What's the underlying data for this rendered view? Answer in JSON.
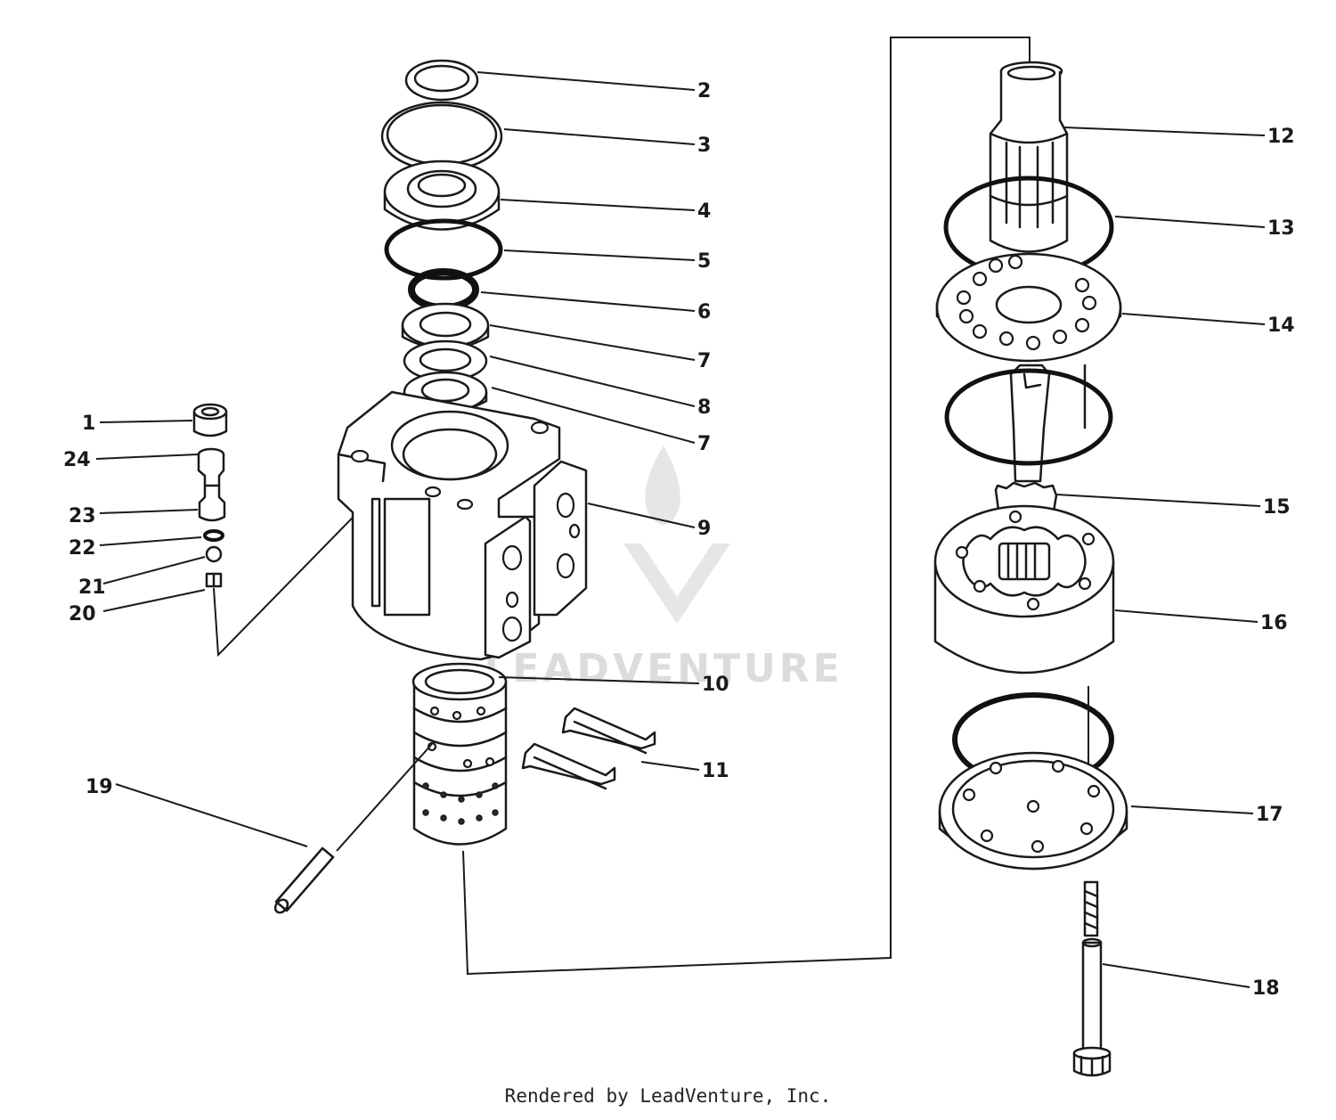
{
  "callouts": [
    {
      "number": "2"
    },
    {
      "number": "3"
    },
    {
      "number": "4"
    },
    {
      "number": "5"
    },
    {
      "number": "6"
    },
    {
      "number": "7"
    },
    {
      "number": "8"
    },
    {
      "number": "7"
    },
    {
      "number": "9"
    },
    {
      "number": "10"
    },
    {
      "number": "11"
    },
    {
      "number": "12"
    },
    {
      "number": "13"
    },
    {
      "number": "14"
    },
    {
      "number": "15"
    },
    {
      "number": "16"
    },
    {
      "number": "17"
    },
    {
      "number": "18"
    },
    {
      "number": "19"
    },
    {
      "number": "1"
    },
    {
      "number": "24"
    },
    {
      "number": "23"
    },
    {
      "number": "22"
    },
    {
      "number": "21"
    },
    {
      "number": "20"
    }
  ],
  "watermark": {
    "text": "LEADVENTURE",
    "icon": "leadventure-logo-icon"
  },
  "footer": {
    "text": "Rendered by LeadVenture, Inc."
  },
  "colors": {
    "line": "#1a1a1a",
    "background": "#ffffff",
    "watermark": "#d9d9d9"
  }
}
